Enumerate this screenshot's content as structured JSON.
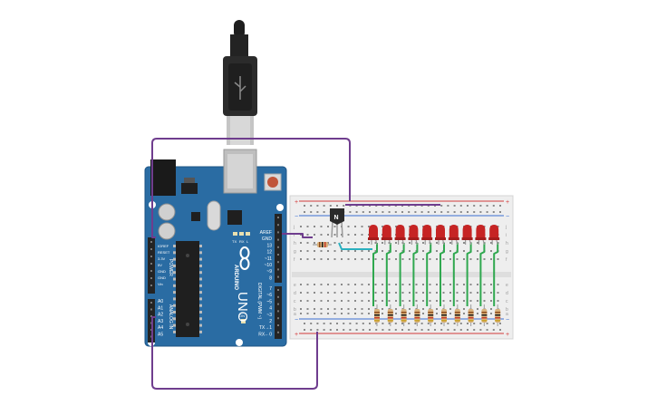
{
  "colors": {
    "board": "#2a6ca3",
    "board_edge": "#1d5486",
    "wire_purple": "#6f3d8e",
    "wire_green": "#2fa84f",
    "wire_teal": "#2bb0bf",
    "breadboard": "#eeeeee",
    "rail_red": "#d33a3a",
    "rail_blue": "#3a6fd3",
    "led": "#c62424",
    "header": "#242424"
  },
  "icons": {
    "usb_plug": "usb-plug-icon",
    "infinity_logo": "arduino-infinity-icon"
  },
  "board": {
    "brand": "ARDUINO",
    "model": "UNO",
    "tx_label": "TX",
    "rx_label": "RX",
    "l_label": "L",
    "on_label": "ON",
    "digital_label": "DIGITAL (PWM ~)",
    "power_label": "POWER",
    "analog_label": "ANALOG IN",
    "power_pins": [
      "IOREF",
      "RESET",
      "3.3V",
      "5V",
      "GND",
      "GND",
      "Vin"
    ],
    "analog_pins": [
      "A0",
      "A1",
      "A2",
      "A3",
      "A4",
      "A5"
    ],
    "digital_pins_top": [
      "AREF",
      "GND",
      "13",
      "12",
      "~11",
      "~10",
      "~9",
      "8"
    ],
    "digital_pins_bottom": [
      "7",
      "~6",
      "~5",
      "4",
      "~3",
      "2",
      "TX→1",
      "RX←0"
    ]
  },
  "breadboard": {
    "plus": "+",
    "minus": "−",
    "row_letters_top": [
      "j",
      "i",
      "h",
      "g",
      "f"
    ],
    "row_letters_bottom": [
      "e",
      "d",
      "c",
      "b",
      "a"
    ]
  },
  "transistor": {
    "label": "N"
  }
}
